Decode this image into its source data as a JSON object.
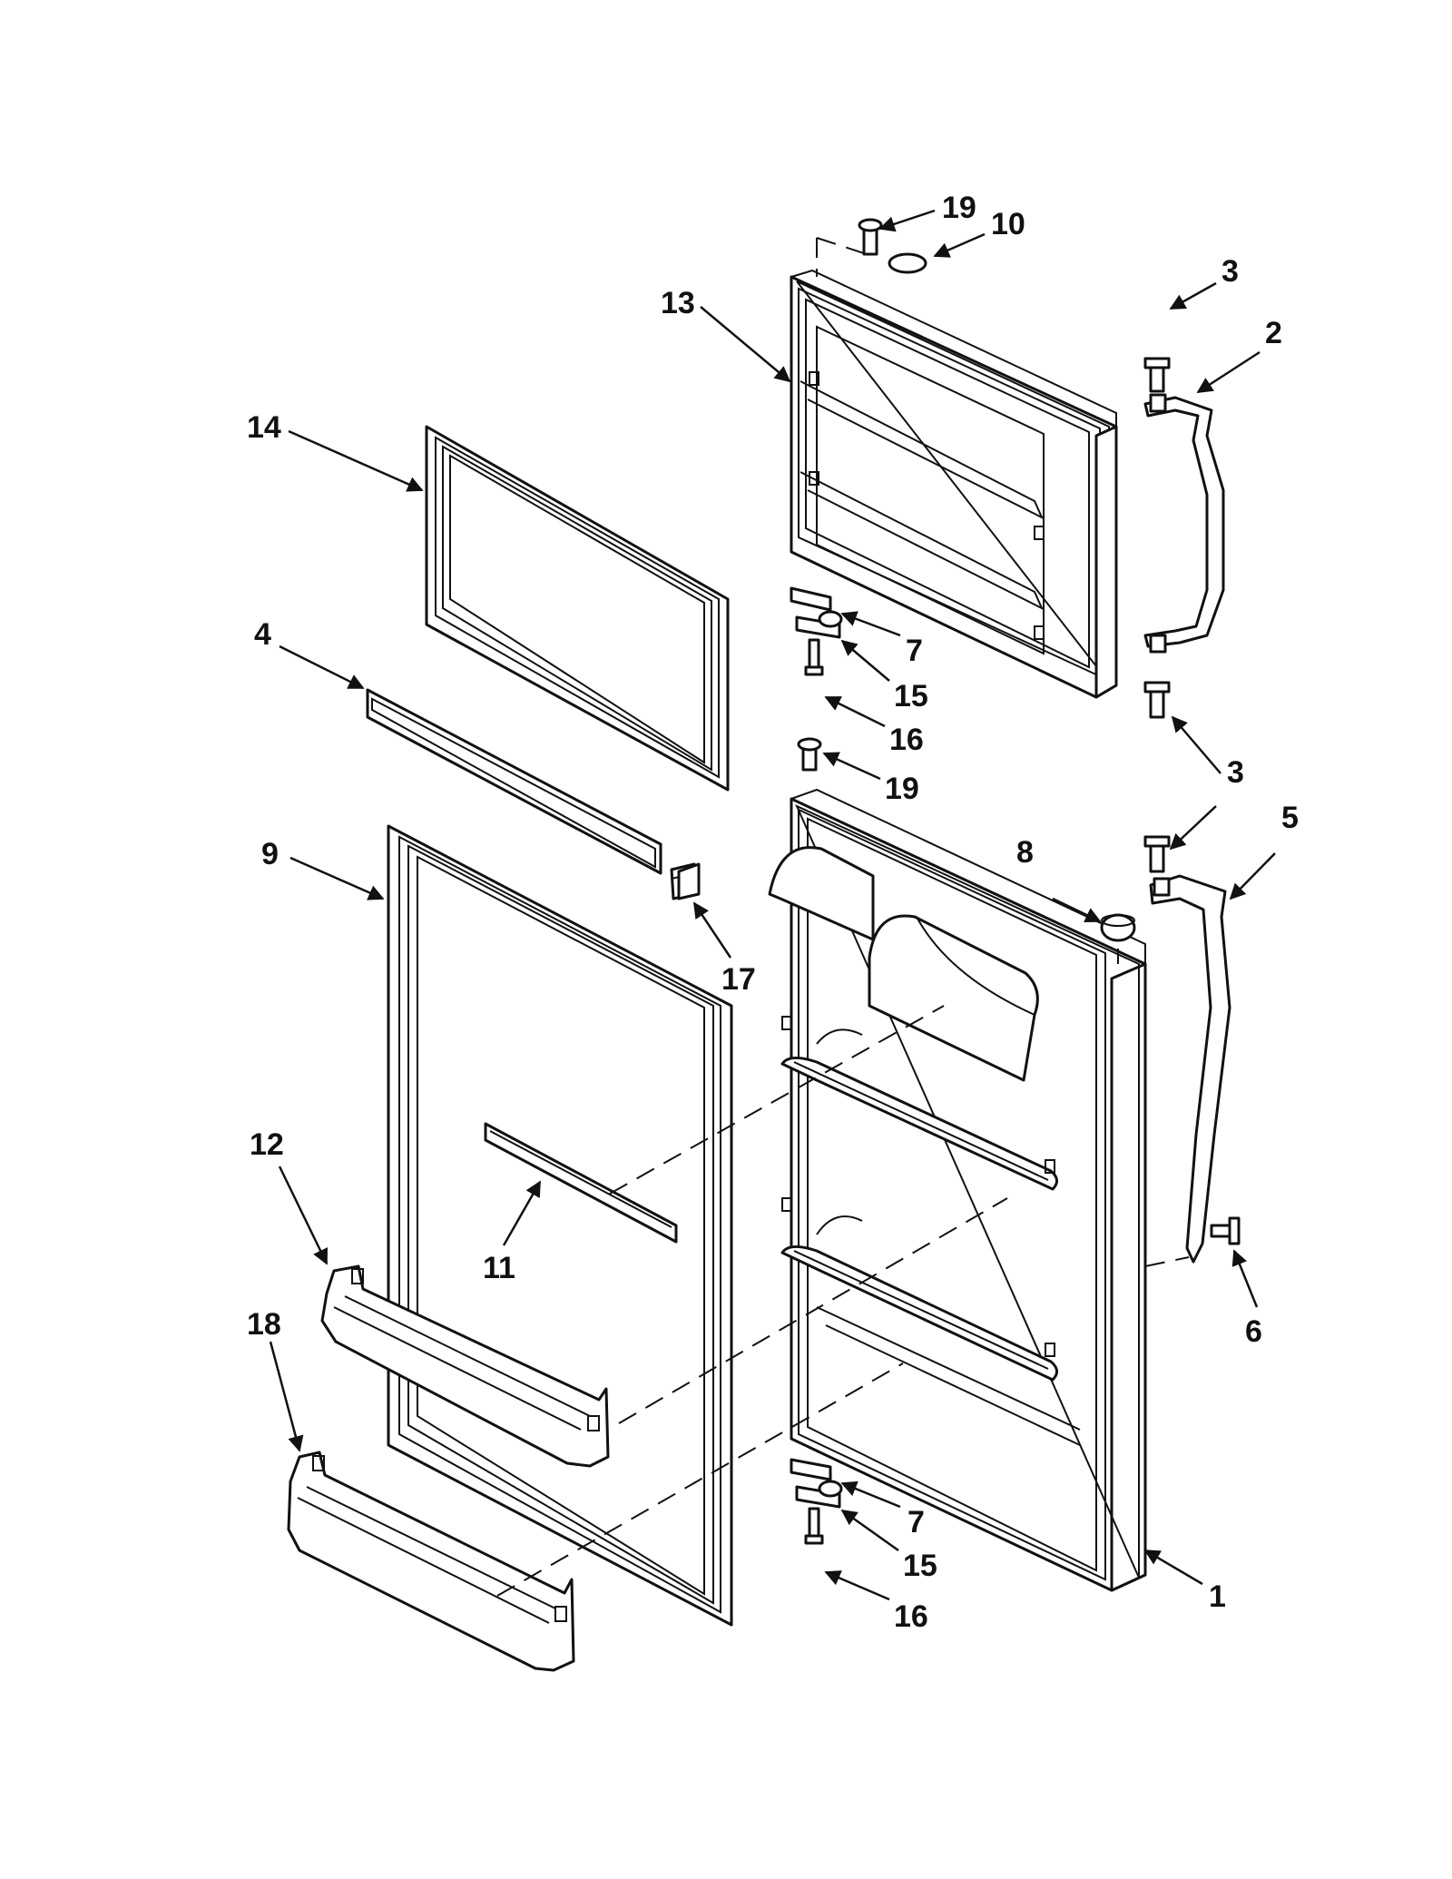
{
  "diagram": {
    "callouts": [
      {
        "id": "c19a",
        "label": "19"
      },
      {
        "id": "c10",
        "label": "10"
      },
      {
        "id": "c13",
        "label": "13"
      },
      {
        "id": "c3a",
        "label": "3"
      },
      {
        "id": "c2",
        "label": "2"
      },
      {
        "id": "c14",
        "label": "14"
      },
      {
        "id": "c4",
        "label": "4"
      },
      {
        "id": "c7a",
        "label": "7"
      },
      {
        "id": "c15a",
        "label": "15"
      },
      {
        "id": "c16a",
        "label": "16"
      },
      {
        "id": "c19b",
        "label": "19"
      },
      {
        "id": "c3b",
        "label": "3"
      },
      {
        "id": "c3c",
        "label": "3"
      },
      {
        "id": "c5",
        "label": "5"
      },
      {
        "id": "c8",
        "label": "8"
      },
      {
        "id": "c9",
        "label": "9"
      },
      {
        "id": "c17",
        "label": "17"
      },
      {
        "id": "c12",
        "label": "12"
      },
      {
        "id": "c11",
        "label": "11"
      },
      {
        "id": "c6",
        "label": "6"
      },
      {
        "id": "c18",
        "label": "18"
      },
      {
        "id": "c7b",
        "label": "7"
      },
      {
        "id": "c15b",
        "label": "15"
      },
      {
        "id": "c1",
        "label": "1"
      },
      {
        "id": "c16b",
        "label": "16"
      }
    ]
  }
}
